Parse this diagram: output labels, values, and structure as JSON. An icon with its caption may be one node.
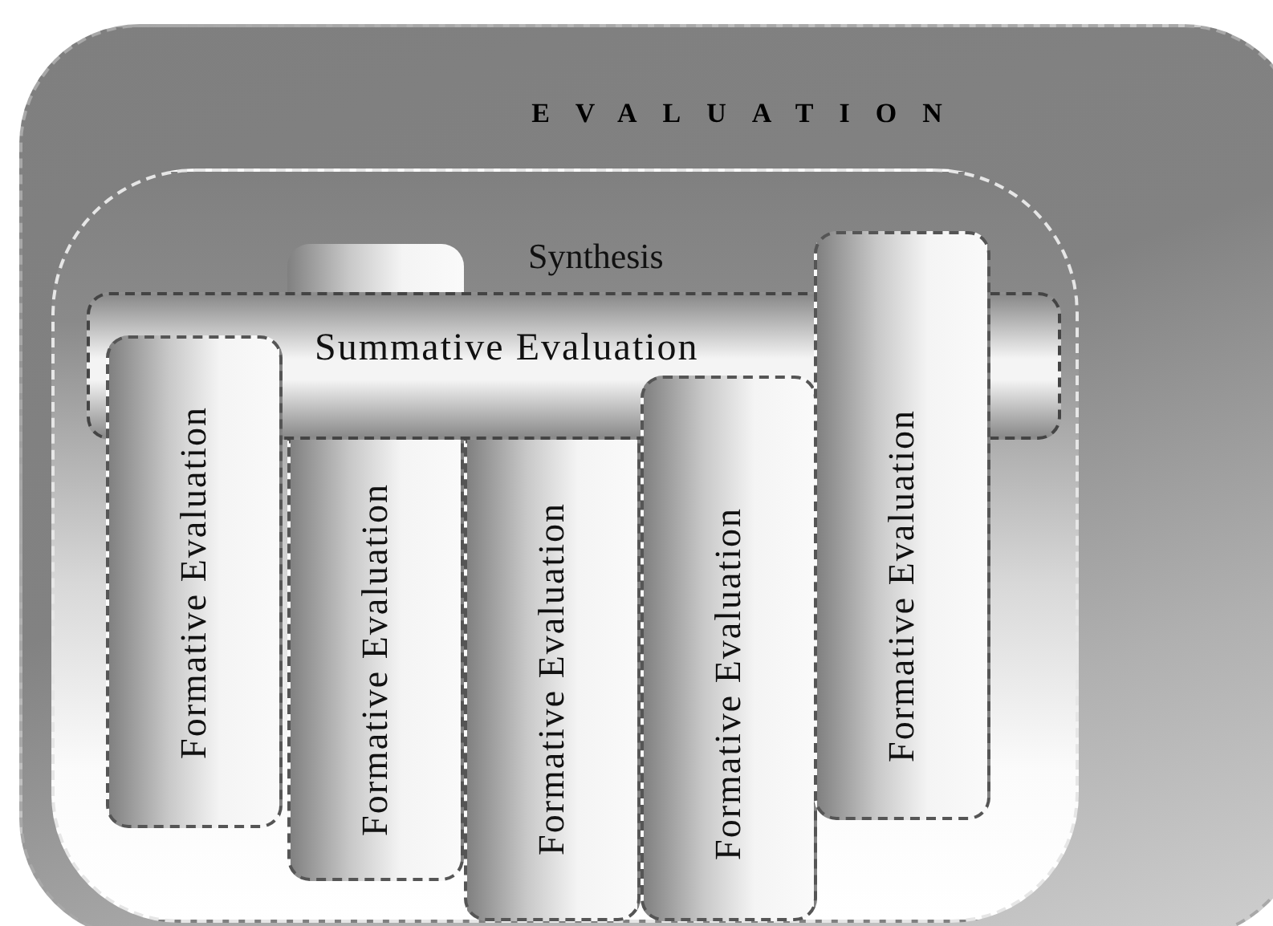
{
  "diagram": {
    "nodes": [
      {
        "text": [
          "EVALUATION"
        ]
      },
      {
        "text": [
          "Synthesis"
        ],
        "in": 0
      },
      {
        "text": [
          "Summative Evaluation"
        ],
        "in": 1
      },
      {
        "text": [
          "Formative Evaluation"
        ],
        "in": 1
      },
      {
        "text": [
          "Formative Evaluation"
        ],
        "in": 1
      },
      {
        "text": [
          "Formative Evaluation"
        ],
        "in": 1
      },
      {
        "text": [
          "Formative Evaluation"
        ],
        "in": 1
      },
      {
        "text": [
          "Formative Evaluation"
        ],
        "in": 1
      },
      {
        "text": [],
        "shape": "box",
        "in": 1
      }
    ]
  }
}
